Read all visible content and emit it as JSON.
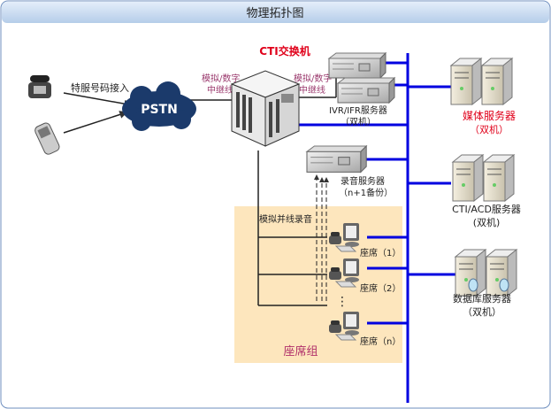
{
  "title": "物理拓扑图",
  "colors": {
    "bus": "#0000e0",
    "title_bar": "#c6d9f0",
    "agent_group_bg": "#fde6bd",
    "red_label": "#e0001a",
    "purple_label": "#9b3a6e",
    "pstn": "#1b3a6b"
  },
  "pstn": {
    "label": "PSTN",
    "access_label": "特服号码接入"
  },
  "trunk_left": {
    "line1": "模拟/数字",
    "line2": "中继线"
  },
  "trunk_right": {
    "line1": "模拟/数字",
    "line2": "中继线"
  },
  "cti_switch": {
    "label": "CTI交换机"
  },
  "ivr": {
    "line1": "IVR/IFR服务器",
    "line2": "（双机）"
  },
  "recorder": {
    "line1": "录音服务器",
    "line2": "（n+1备份）"
  },
  "media": {
    "line1": "媒体服务器",
    "line2": "（双机）"
  },
  "cti_acd": {
    "line1": "CTI/ACD服务器",
    "line2": "(双机)"
  },
  "database": {
    "line1": "数据库服务器",
    "line2": "（双机）"
  },
  "agent_group": {
    "label": "座席组",
    "recording_label": "模拟并线录音",
    "dots": "⋮",
    "agents": [
      {
        "label": "座席（1）"
      },
      {
        "label": "座席（2）"
      },
      {
        "label": "座席（n）"
      }
    ]
  }
}
